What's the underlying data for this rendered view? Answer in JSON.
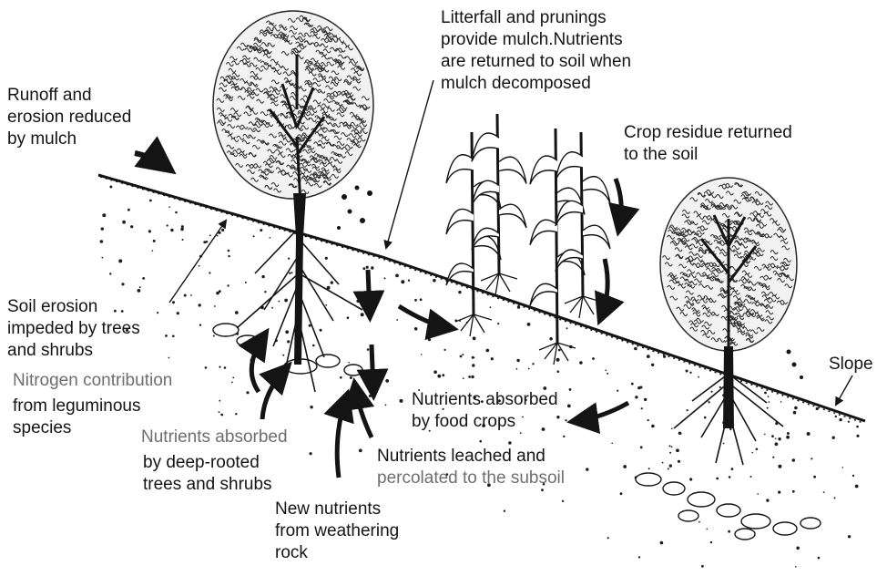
{
  "labels": {
    "runoff": "Runoff and\nerosion reduced\nby mulch",
    "litterfall": "Litterfall and prunings\nprovide mulch.Nutrients\nare returned to soil when\nmulch decomposed",
    "crop_residue": "Crop residue returned\nto the soil",
    "soil_erosion": "Soil erosion\nimpeded by trees\nand shrubs",
    "nitrogen": "Nitrogen contribution",
    "leguminous": "from leguminous\nspecies",
    "nutrients_absorbed_deep": "Nutrients absorbed",
    "deep_rooted": "by deep-rooted\ntrees and shrubs",
    "food_crops": "Nutrients absorbed\nby food crops",
    "leached_1": "Nutrients leached and",
    "leached_2": "percolated to the subsoil",
    "weathering": "New nutrients\nfrom weathering\nrock",
    "slope": "Slope"
  },
  "colors": {
    "ink": "#141414",
    "grey_text": "#6e6e6e",
    "foliage": "#2a2a2a",
    "background": "#ffffff"
  },
  "icons": {
    "tree": "tree-icon",
    "crop": "maize-plant-icon",
    "rock": "rock-icon",
    "arrow": "arrow-icon"
  }
}
